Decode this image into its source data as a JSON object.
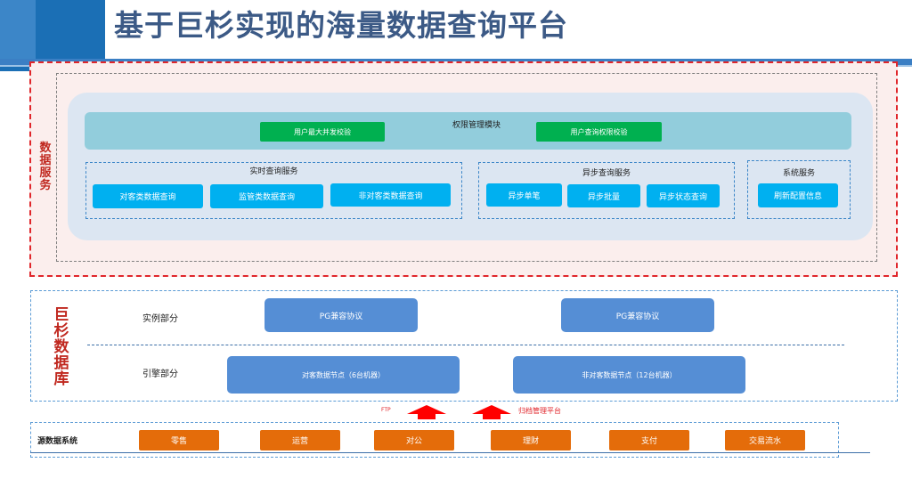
{
  "header": {
    "title": "基于巨杉实现的海量数据查询平台"
  },
  "data_service": {
    "label": "数据服务",
    "permission_module": {
      "label": "权限管理模块",
      "buttons": [
        "用户最大并发校验",
        "用户查询权限校验"
      ]
    },
    "realtime": {
      "label": "实时查询服务",
      "buttons": [
        "对客类数据查询",
        "监管类数据查询",
        "非对客类数据查询"
      ]
    },
    "async": {
      "label": "异步查询服务",
      "buttons": [
        "异步单笔",
        "异步批量",
        "异步状态查询"
      ]
    },
    "system": {
      "label": "系统服务",
      "buttons": [
        "刷新配置信息"
      ]
    }
  },
  "sequoiadb": {
    "label": "巨杉数据库",
    "instance_label": "实例部分",
    "engine_label": "引擎部分",
    "instances": [
      "PG兼容协议",
      "PG兼容协议"
    ],
    "engines": [
      "对客数据节点（6台机器）",
      "非对客数据节点（12台机器）"
    ]
  },
  "transfer": {
    "ftp": "FTP",
    "archive": "归档管理平台"
  },
  "source": {
    "label": "源数据系统",
    "systems": [
      "零售",
      "运营",
      "对公",
      "理财",
      "支付",
      "交易流水"
    ]
  },
  "colors": {
    "title": "#3c5a86",
    "red": "#e0262b",
    "green": "#00b050",
    "cyan": "#00b0f0",
    "blue": "#558ed5",
    "orange": "#e46c0a"
  }
}
